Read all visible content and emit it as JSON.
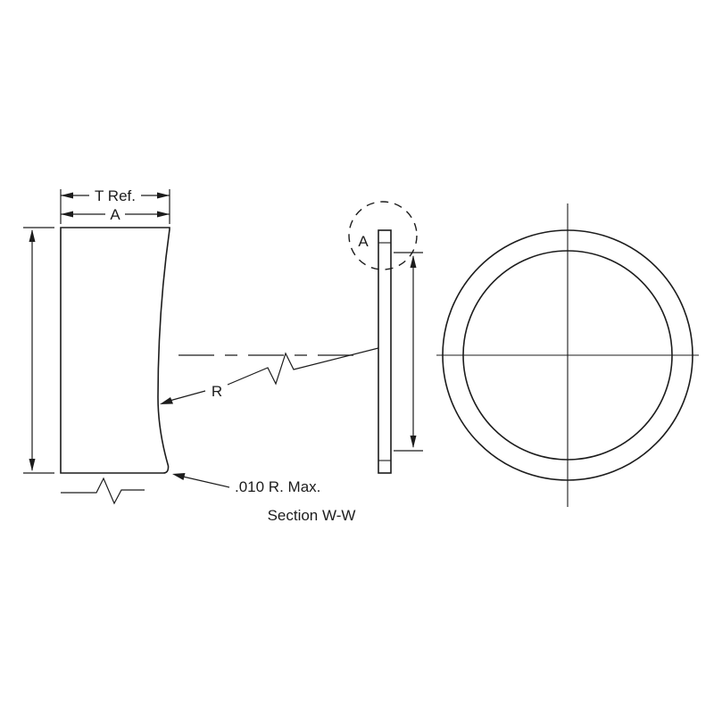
{
  "drawing": {
    "caption": "Section W-W",
    "labels": {
      "t_ref": "T Ref.",
      "width_a": "A",
      "radius": "R",
      "corner_note": ".010 R. Max.",
      "detail_callout": "A"
    }
  }
}
